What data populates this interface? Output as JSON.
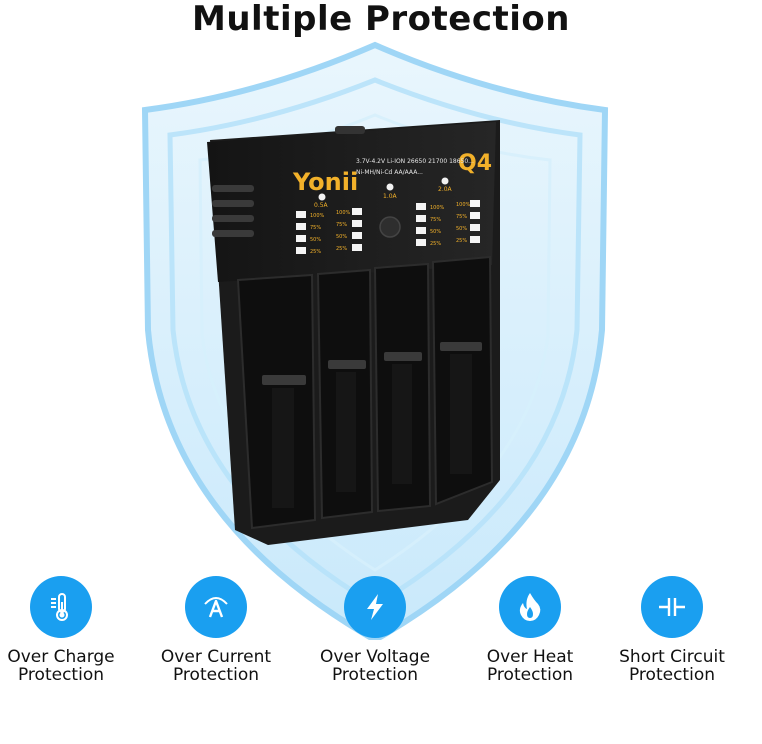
{
  "title": "Multiple Protection",
  "accent_color": "#1a9ff0",
  "product": {
    "brand": "Yonii",
    "model": "Q4",
    "spec_line1": "3.7V-4.2V Li-ION 26650 21700 18650...",
    "spec_line2": "Ni-MH/Ni-Cd AA/AAA...",
    "current_labels": [
      "0.5A",
      "1.0A",
      "2.0A"
    ],
    "level_labels": [
      "100%",
      "75%",
      "50%",
      "25%"
    ]
  },
  "features": [
    {
      "icon": "thermometer-icon",
      "line1": "Over Charge",
      "line2": "Protection"
    },
    {
      "icon": "ammeter-icon",
      "line1": "Over Current",
      "line2": "Protection"
    },
    {
      "icon": "lightning-bolt-icon",
      "line1": "Over Voltage",
      "line2": "Protection"
    },
    {
      "icon": "flame-icon",
      "line1": "Over Heat",
      "line2": "Protection"
    },
    {
      "icon": "capacitor-icon",
      "line1": "Short Circuit",
      "line2": "Protection"
    }
  ]
}
